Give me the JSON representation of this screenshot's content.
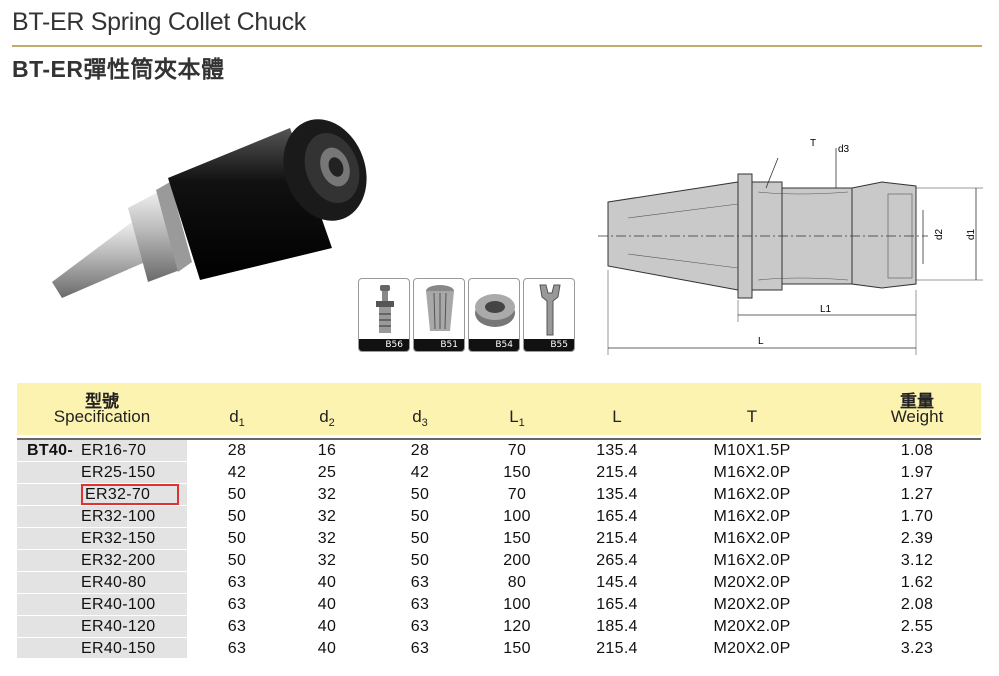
{
  "title_en": "BT-ER Spring Collet Chuck",
  "title_zh": "BT-ER彈性筒夾本體",
  "accessories": [
    {
      "label": "B56",
      "icon": "pull-stud-icon"
    },
    {
      "label": "B51",
      "icon": "collet-icon"
    },
    {
      "label": "B54",
      "icon": "nut-icon"
    },
    {
      "label": "B55",
      "icon": "wrench-icon"
    }
  ],
  "drawing_labels": {
    "T": "T",
    "d3": "d3",
    "d2": "d2",
    "d1": "d1",
    "L1": "L1",
    "L": "L"
  },
  "table": {
    "header": {
      "spec_zh": "型號",
      "spec_en": "Specification",
      "d1": "d",
      "d1_sub": "1",
      "d2": "d",
      "d2_sub": "2",
      "d3": "d",
      "d3_sub": "3",
      "L1": "L",
      "L1_sub": "1",
      "L": "L",
      "T": "T",
      "weight_zh": "重量",
      "weight_en": "Weight"
    },
    "series": "BT40-",
    "rows": [
      {
        "model": "ER16-70",
        "d1": "28",
        "d2": "16",
        "d3": "28",
        "L1": "70",
        "L": "135.4",
        "T": "M10X1.5P",
        "weight": "1.08"
      },
      {
        "model": "ER25-150",
        "d1": "42",
        "d2": "25",
        "d3": "42",
        "L1": "150",
        "L": "215.4",
        "T": "M16X2.0P",
        "weight": "1.97"
      },
      {
        "model": "ER32-70",
        "d1": "50",
        "d2": "32",
        "d3": "50",
        "L1": "70",
        "L": "135.4",
        "T": "M16X2.0P",
        "weight": "1.27"
      },
      {
        "model": "ER32-100",
        "d1": "50",
        "d2": "32",
        "d3": "50",
        "L1": "100",
        "L": "165.4",
        "T": "M16X2.0P",
        "weight": "1.70"
      },
      {
        "model": "ER32-150",
        "d1": "50",
        "d2": "32",
        "d3": "50",
        "L1": "150",
        "L": "215.4",
        "T": "M16X2.0P",
        "weight": "2.39"
      },
      {
        "model": "ER32-200",
        "d1": "50",
        "d2": "32",
        "d3": "50",
        "L1": "200",
        "L": "265.4",
        "T": "M16X2.0P",
        "weight": "3.12"
      },
      {
        "model": "ER40-80",
        "d1": "63",
        "d2": "40",
        "d3": "63",
        "L1": "80",
        "L": "145.4",
        "T": "M20X2.0P",
        "weight": "1.62"
      },
      {
        "model": "ER40-100",
        "d1": "63",
        "d2": "40",
        "d3": "63",
        "L1": "100",
        "L": "165.4",
        "T": "M20X2.0P",
        "weight": "2.08"
      },
      {
        "model": "ER40-120",
        "d1": "63",
        "d2": "40",
        "d3": "63",
        "L1": "120",
        "L": "185.4",
        "T": "M20X2.0P",
        "weight": "2.55"
      },
      {
        "model": "ER40-150",
        "d1": "63",
        "d2": "40",
        "d3": "63",
        "L1": "150",
        "L": "215.4",
        "T": "M20X2.0P",
        "weight": "3.23"
      }
    ],
    "highlighted_model": "ER32-70"
  },
  "colors": {
    "header_bg": "#fdf3b0",
    "rule": "#bfae6a",
    "highlight_box": "#dd3333",
    "spec_col_bg": "#e3e3e3"
  }
}
